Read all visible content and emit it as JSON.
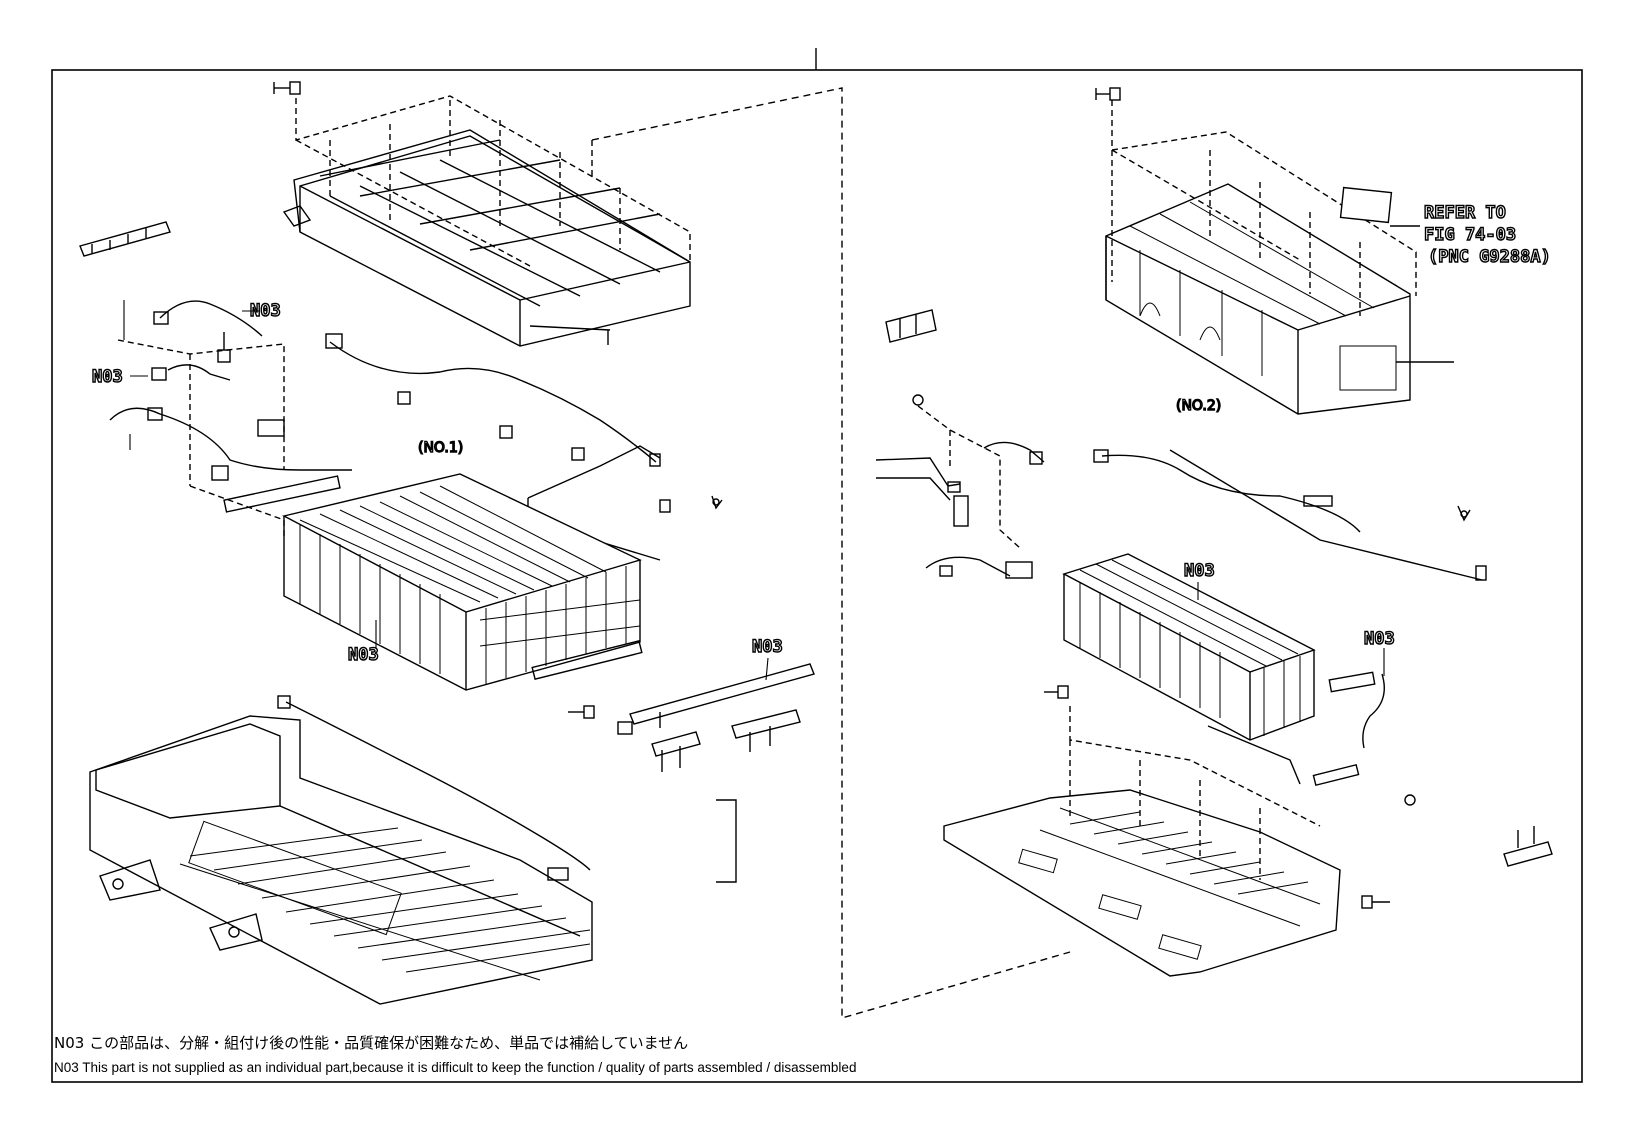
{
  "diagram": {
    "labels": {
      "n03": "N03",
      "no1": "(NO.1)",
      "no2": "(NO.2)",
      "refer_line1": "REFER TO",
      "refer_line2": "FIG 74-03",
      "refer_line3": "(PNC G9288A)"
    },
    "notes": {
      "jp": "N03 この部品は、分解・組付け後の性能・品質確保が困難なため、単品では補給していません",
      "en": "N03 This part is not supplied as an individual part,because it is difficult to keep the function / quality of parts assembled / disassembled"
    }
  }
}
